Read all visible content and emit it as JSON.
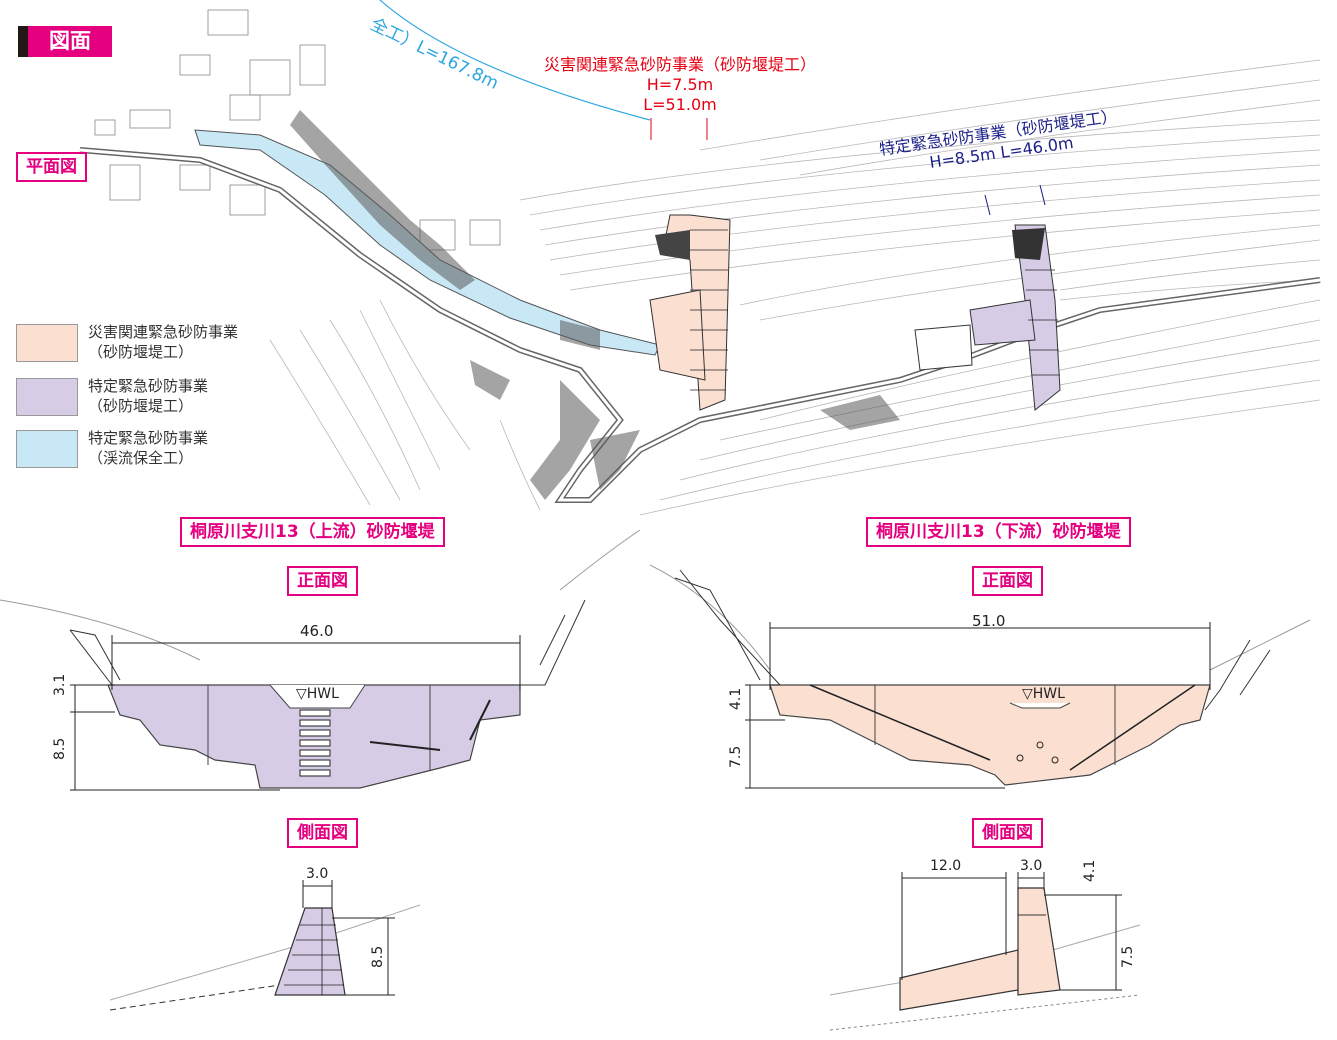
{
  "header": {
    "title": "図面"
  },
  "plan": {
    "label": "平面図",
    "channel_note": "全工）L=167.8m",
    "disaster_project": {
      "name": "災害関連緊急砂防事業（砂防堰堤工）",
      "h": "H=7.5m",
      "l": "L=51.0m"
    },
    "specific_project": {
      "name": "特定緊急砂防事業（砂防堰堤工）",
      "hl": "H=8.5m  L=46.0m"
    }
  },
  "legend": [
    {
      "line1": "災害関連緊急砂防事業",
      "line2": "（砂防堰堤工）",
      "color": "#fbe0d2"
    },
    {
      "line1": "特定緊急砂防事業",
      "line2": "（砂防堰堤工）",
      "color": "#d6cce6"
    },
    {
      "line1": "特定緊急砂防事業",
      "line2": "（渓流保全工）",
      "color": "#c9e8f6"
    }
  ],
  "upstream": {
    "title": "桐原川支川13（上流）砂防堰堤",
    "front_label": "正面図",
    "side_label": "側面図",
    "width": "46.0",
    "h_top": "3.1",
    "h_main": "8.5",
    "hwl": "▽HWL",
    "side_width": "3.0",
    "side_height": "8.5",
    "color": "#d6cce6"
  },
  "downstream": {
    "title": "桐原川支川13（下流）砂防堰堤",
    "front_label": "正面図",
    "side_label": "側面図",
    "width": "51.0",
    "h_top": "4.1",
    "h_main": "7.5",
    "hwl": "▽HWL",
    "side_apron": "12.0",
    "side_width": "3.0",
    "side_top": "4.1",
    "side_height": "7.5",
    "color": "#fbe0d2"
  }
}
